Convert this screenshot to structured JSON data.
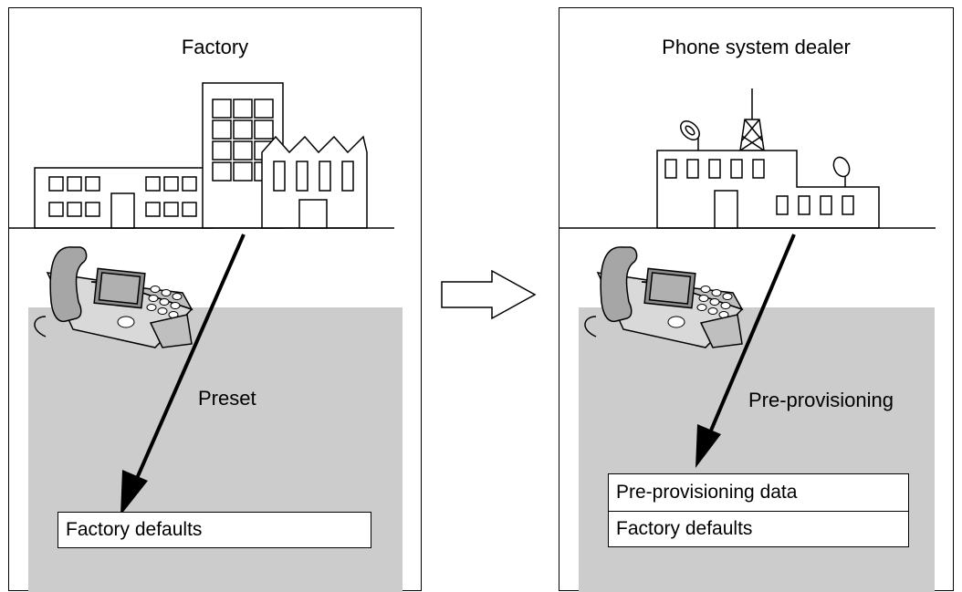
{
  "left_panel": {
    "title": "Factory",
    "arrow_label": "Preset",
    "stack": [
      "Factory defaults"
    ]
  },
  "right_panel": {
    "title": "Phone system dealer",
    "arrow_label": "Pre-provisioning",
    "stack": [
      "Pre-provisioning data",
      "Factory defaults"
    ]
  },
  "colors": {
    "shaded_area": "#cccccc",
    "line": "#000000"
  },
  "icons": [
    "factory-icon",
    "phone-icon",
    "dealer-building-icon",
    "right-arrow-icon"
  ]
}
